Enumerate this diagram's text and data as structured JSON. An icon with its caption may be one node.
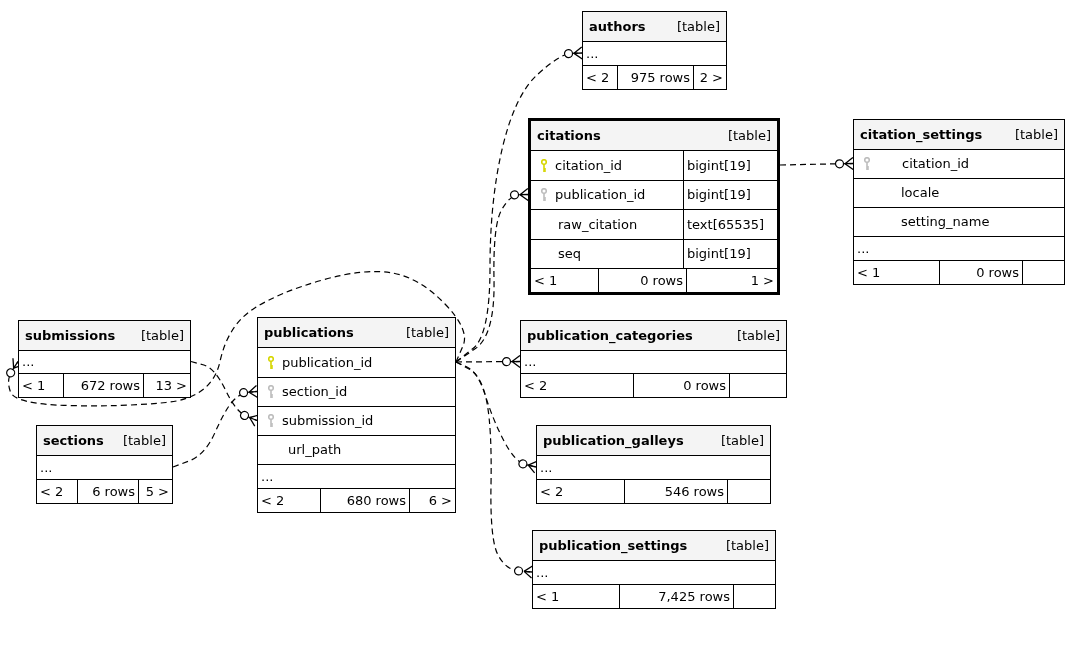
{
  "diagram": {
    "nodes": [
      {
        "text": [
          "authors",
          "[table]"
        ]
      },
      {
        "text": [
          "..."
        ],
        "in": 0
      },
      {
        "text": [
          "< 2"
        ],
        "in": 0
      },
      {
        "text": [
          "975 rows"
        ],
        "in": 0
      },
      {
        "text": [
          "2 >"
        ],
        "in": 0
      },
      {
        "text": [
          "citations",
          "[table]"
        ]
      },
      {
        "text": [
          "citation_id",
          "bigint[19]"
        ],
        "in": 5
      },
      {
        "text": [
          "publication_id",
          "bigint[19]"
        ],
        "in": 5
      },
      {
        "text": [
          "raw_citation",
          "text[65535]"
        ],
        "in": 5
      },
      {
        "text": [
          "seq",
          "bigint[19]"
        ],
        "in": 5
      },
      {
        "text": [
          "< 1"
        ],
        "in": 5
      },
      {
        "text": [
          "0 rows"
        ],
        "in": 5
      },
      {
        "text": [
          "1 >"
        ],
        "in": 5
      },
      {
        "text": [
          "citation_settings",
          "[table]"
        ]
      },
      {
        "text": [
          "citation_id"
        ],
        "in": 13
      },
      {
        "text": [
          "locale"
        ],
        "in": 13
      },
      {
        "text": [
          "setting_name"
        ],
        "in": 13
      },
      {
        "text": [
          "..."
        ],
        "in": 13
      },
      {
        "text": [
          "< 1"
        ],
        "in": 13
      },
      {
        "text": [
          "0 rows"
        ],
        "in": 13
      },
      {
        "text": [],
        "shape": "box",
        "in": 13
      },
      {
        "text": [
          "submissions",
          "[table]"
        ]
      },
      {
        "text": [
          "..."
        ],
        "in": 21
      },
      {
        "text": [
          "< 1"
        ],
        "in": 21
      },
      {
        "text": [
          "672 rows"
        ],
        "in": 21
      },
      {
        "text": [
          "13 >"
        ],
        "in": 21
      },
      {
        "text": [
          "publications",
          "[table]"
        ]
      },
      {
        "text": [
          "publication_id"
        ],
        "in": 26
      },
      {
        "text": [
          "section_id"
        ],
        "in": 26
      },
      {
        "text": [
          "submission_id"
        ],
        "in": 26
      },
      {
        "text": [
          "url_path"
        ],
        "in": 26
      },
      {
        "text": [
          "..."
        ],
        "in": 26
      },
      {
        "text": [
          "< 2"
        ],
        "in": 26
      },
      {
        "text": [
          "680 rows"
        ],
        "in": 26
      },
      {
        "text": [
          "6 >"
        ],
        "in": 26
      },
      {
        "text": [
          "publication_categories",
          "[table]"
        ]
      },
      {
        "text": [
          "..."
        ],
        "in": 35
      },
      {
        "text": [
          "< 2"
        ],
        "in": 35
      },
      {
        "text": [
          "0 rows"
        ],
        "in": 35
      },
      {
        "text": [],
        "shape": "box",
        "in": 35
      },
      {
        "text": [
          "sections",
          "[table]"
        ]
      },
      {
        "text": [
          "..."
        ],
        "in": 40
      },
      {
        "text": [
          "< 2"
        ],
        "in": 40
      },
      {
        "text": [
          "6 rows"
        ],
        "in": 40
      },
      {
        "text": [
          "5 >"
        ],
        "in": 40
      },
      {
        "text": [
          "publication_galleys",
          "[table]"
        ]
      },
      {
        "text": [
          "..."
        ],
        "in": 45
      },
      {
        "text": [
          "< 2"
        ],
        "in": 45
      },
      {
        "text": [
          "546 rows"
        ],
        "in": 45
      },
      {
        "text": [],
        "shape": "box",
        "in": 45
      },
      {
        "text": [
          "publication_settings",
          "[table]"
        ]
      },
      {
        "text": [
          "..."
        ],
        "in": 50
      },
      {
        "text": [
          "< 1"
        ],
        "in": 50
      },
      {
        "text": [
          "7,425 rows"
        ],
        "in": 50
      },
      {
        "text": [],
        "shape": "box",
        "in": 50
      }
    ],
    "edges": [
      {
        "from": 27,
        "to": 1,
        "arrow": "other",
        "style": "dashed"
      },
      {
        "from": 27,
        "to": 7,
        "arrow": "other",
        "style": "dashed"
      },
      {
        "from": 6,
        "to": 14,
        "arrow": "other",
        "style": "dashed"
      },
      {
        "from": 27,
        "to": 22,
        "arrow": "other",
        "style": "dashed"
      },
      {
        "from": 27,
        "to": 36,
        "arrow": "other",
        "style": "dashed"
      },
      {
        "from": 27,
        "to": 46,
        "arrow": "other",
        "style": "dashed"
      },
      {
        "from": 27,
        "to": 51,
        "arrow": "other",
        "style": "dashed"
      },
      {
        "from": 22,
        "to": 29,
        "arrow": "other",
        "style": "dashed"
      },
      {
        "from": 41,
        "to": 28,
        "arrow": "other",
        "style": "dashed"
      }
    ]
  }
}
